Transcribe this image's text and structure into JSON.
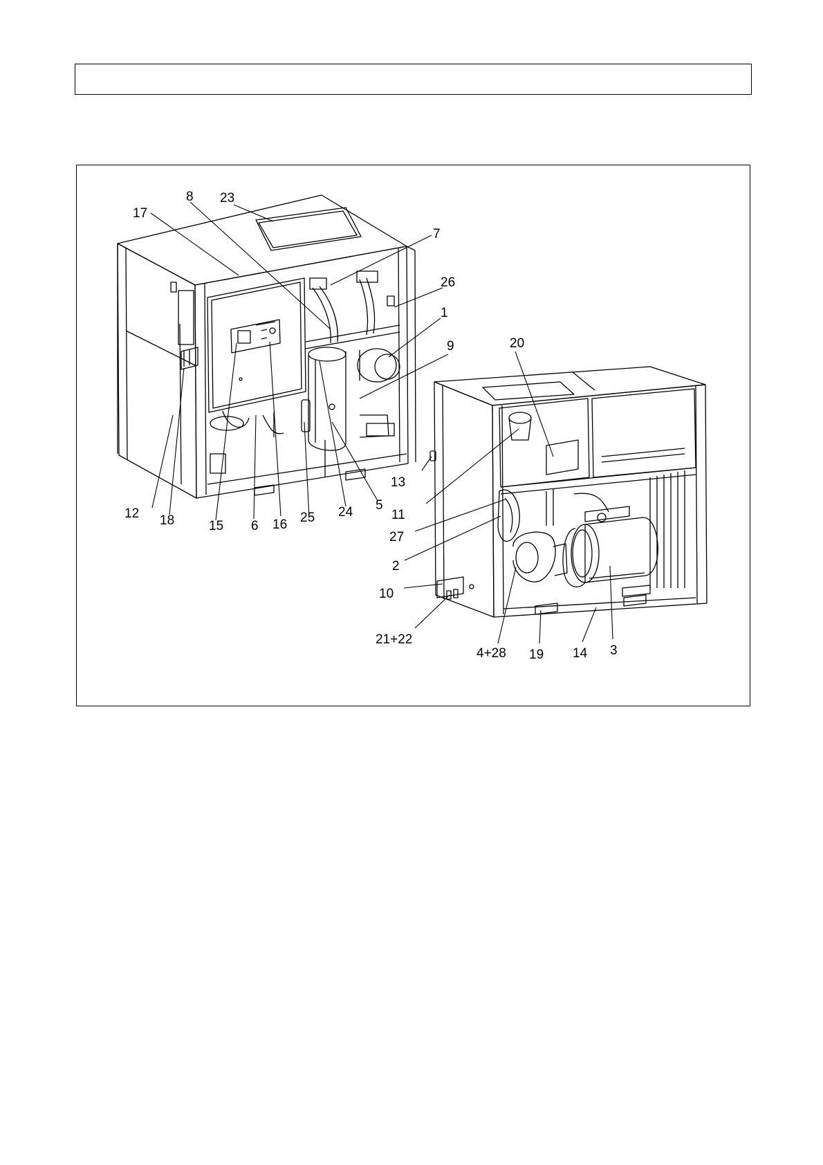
{
  "header": {
    "text": ""
  },
  "figure": {
    "callouts": [
      {
        "id": "c17",
        "label": "17"
      },
      {
        "id": "c8",
        "label": "8"
      },
      {
        "id": "c23",
        "label": "23"
      },
      {
        "id": "c7",
        "label": "7"
      },
      {
        "id": "c26",
        "label": "26"
      },
      {
        "id": "c1",
        "label": "1"
      },
      {
        "id": "c9",
        "label": "9"
      },
      {
        "id": "c20",
        "label": "20"
      },
      {
        "id": "c12",
        "label": "12"
      },
      {
        "id": "c18",
        "label": "18"
      },
      {
        "id": "c15",
        "label": "15"
      },
      {
        "id": "c6",
        "label": "6"
      },
      {
        "id": "c16",
        "label": "16"
      },
      {
        "id": "c25",
        "label": "25"
      },
      {
        "id": "c24",
        "label": "24"
      },
      {
        "id": "c5",
        "label": "5"
      },
      {
        "id": "c13",
        "label": "13"
      },
      {
        "id": "c11",
        "label": "11"
      },
      {
        "id": "c27",
        "label": "27"
      },
      {
        "id": "c2",
        "label": "2"
      },
      {
        "id": "c10",
        "label": "10"
      },
      {
        "id": "c21_22",
        "label": "21+22"
      },
      {
        "id": "c4_28",
        "label": "4+28"
      },
      {
        "id": "c19",
        "label": "19"
      },
      {
        "id": "c14",
        "label": "14"
      },
      {
        "id": "c3",
        "label": "3"
      }
    ]
  }
}
